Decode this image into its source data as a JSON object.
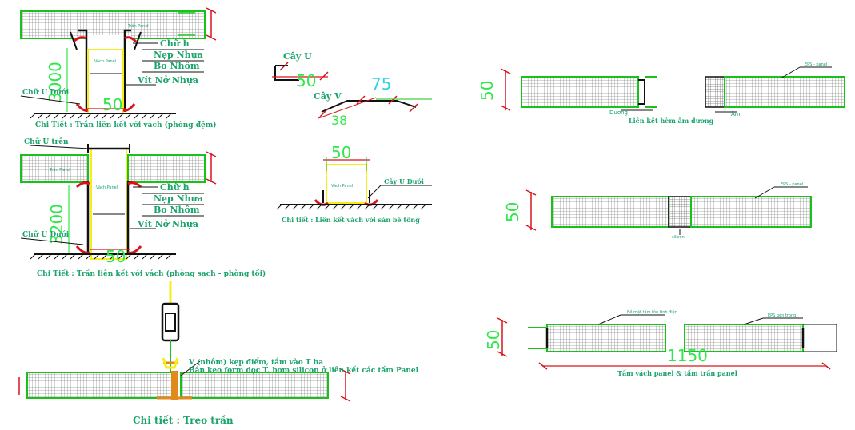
{
  "colors": {
    "panel_green": "#19c21a",
    "hatch_grey": "#8f8f8f",
    "red": "#d8141b",
    "yellow": "#f5ee1a",
    "text_green": "#1aa36b",
    "dim_green": "#2ee84a",
    "cyan": "#29d3ea",
    "black": "#111111",
    "orange": "#e08a1a"
  },
  "detail1": {
    "caption": "Chi Tiết : Trần liên kết với vách (phòng đệm)",
    "label_chu_h": "Chữ h",
    "label_nep_nhua": "Nẹp Nhựa",
    "label_bo_nhom": "Bo Nhôm",
    "label_vit_no_nhua": "Vít Nở Nhựa",
    "label_chu_u_duoi": "Chữ U Dưới",
    "dim_height": "3000",
    "dim_width": "50",
    "panel_label": "Vách Panel",
    "ceiling_label": "Trần Panel"
  },
  "detail2": {
    "caption": "Chi Tiết : Trần liên kết với vách (phòng sạch - phòng tối)",
    "label_chu_u_tren": "Chữ U trên",
    "label_chu_h": "Chữ h",
    "label_nep_nhua": "Nẹp Nhựa",
    "label_bo_nhom": "Bo Nhôm",
    "label_vit_no_nhua": "Vít Nở Nhựa",
    "label_chu_u_duoi": "Chữ U Dưới",
    "dim_height": "3200",
    "dim_width": "50",
    "panel_label": "Vách Panel",
    "ceiling_label": "Trần Panel"
  },
  "detail3": {
    "caption": "Chi tiết : Treo trần",
    "note_line1": "V (nhôm) kẹp điểm, tắm vào T ha",
    "note_line2": "Bắn keo form dọc T, bơm silicon ở liên kết các tấm Panel"
  },
  "detail_cay": {
    "label_cay_u": "Cây U",
    "label_cay_v": "Cây V",
    "dim_u": "50",
    "dim_v": "75",
    "dim_v2": "38"
  },
  "detail_floor": {
    "caption": "Chi tiết : Liên kết vách với sàn bê tông",
    "label_cay_u_duoi": "Cây U Dưới",
    "dim_width": "50",
    "panel_label": "Vách Panel"
  },
  "detail_am_duong": {
    "caption": "Liên kết  hèm âm dương",
    "label_duong": "Dương",
    "label_am": "Âm",
    "label_eps": "EPS - panel",
    "dim": "50"
  },
  "detail_joint": {
    "label_eps": "EPS - panel",
    "label_bottom": "silicon",
    "dim": "50"
  },
  "detail_tam_vach": {
    "caption": "Tấm vách panel & tấm trần panel",
    "label_left": "Bề mặt tấm tôn tĩnh điện",
    "label_right": "EPS bên trong",
    "dim_thickness": "50",
    "dim_width": "1150"
  }
}
